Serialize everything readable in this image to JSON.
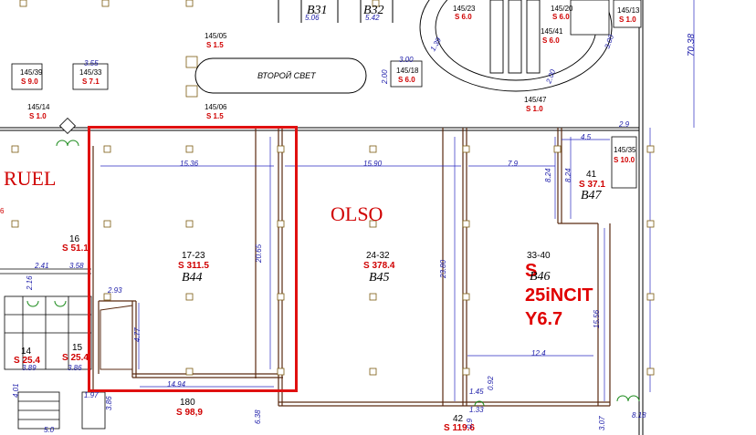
{
  "highlight": {
    "color": "#e01010"
  },
  "units": [
    {
      "id": "145/39",
      "area": "S 9.0"
    },
    {
      "id": "145/33",
      "area": "S 7.1"
    },
    {
      "id": "145/05",
      "area": "S 1.5"
    },
    {
      "id": "145/06",
      "area": "S 1.5"
    },
    {
      "id": "145/18",
      "area": "S 6.0"
    },
    {
      "id": "145/14",
      "area": "S 1.0"
    },
    {
      "id": "145/23",
      "area": "S 6.0"
    },
    {
      "id": "145/20",
      "area": "S 6.0"
    },
    {
      "id": "145/41",
      "area": "S 6.0"
    },
    {
      "id": "145/13",
      "area": "S 1.0"
    },
    {
      "id": "145/47",
      "area": "S 1.0"
    },
    {
      "id": "145/35",
      "area": "S 10.0"
    },
    {
      "id": "41",
      "area": "S 37.1",
      "code": "B47"
    },
    {
      "id": "16",
      "area": "S 51.1"
    },
    {
      "id": "17-23",
      "area": "S 311.5",
      "code": "B44"
    },
    {
      "id": "24-32",
      "area": "S 378.4",
      "code": "B45"
    },
    {
      "id": "33-40",
      "area": "S",
      "code": "B46"
    },
    {
      "id": "14",
      "area": "S 25.4"
    },
    {
      "id": "15",
      "area": "S 25.4"
    },
    {
      "id": "180",
      "area": "S 98,9"
    },
    {
      "id": "42",
      "area": "S 119.6"
    }
  ],
  "codes_top": [
    "B31",
    "B32"
  ],
  "second_light": "ВТОРОЙ СВЕТ",
  "brand_labels": [
    "OLSO",
    "RUEL",
    "6"
  ],
  "promo_lines": [
    "25iNCIT",
    "Y6.7"
  ],
  "dimensions": [
    "15.36",
    "15.90",
    "7.9",
    "4.5",
    "2.9",
    "20.65",
    "23.80",
    "8.24",
    "8.24",
    "15.56",
    "12.4",
    "14.94",
    "2.93",
    "4.77",
    "2.41",
    "3.58",
    "3.55",
    "3.00",
    "2.00",
    "1.39",
    "5.06",
    "5.42",
    "70.38",
    "5.0",
    "6.38",
    "3.86",
    "8.18",
    "3.07",
    "1.45",
    "1.33",
    "0.92",
    "0.9",
    "4.01",
    "3.89",
    "3.86",
    "1.97",
    "2.16",
    "2.00",
    "3.00"
  ]
}
